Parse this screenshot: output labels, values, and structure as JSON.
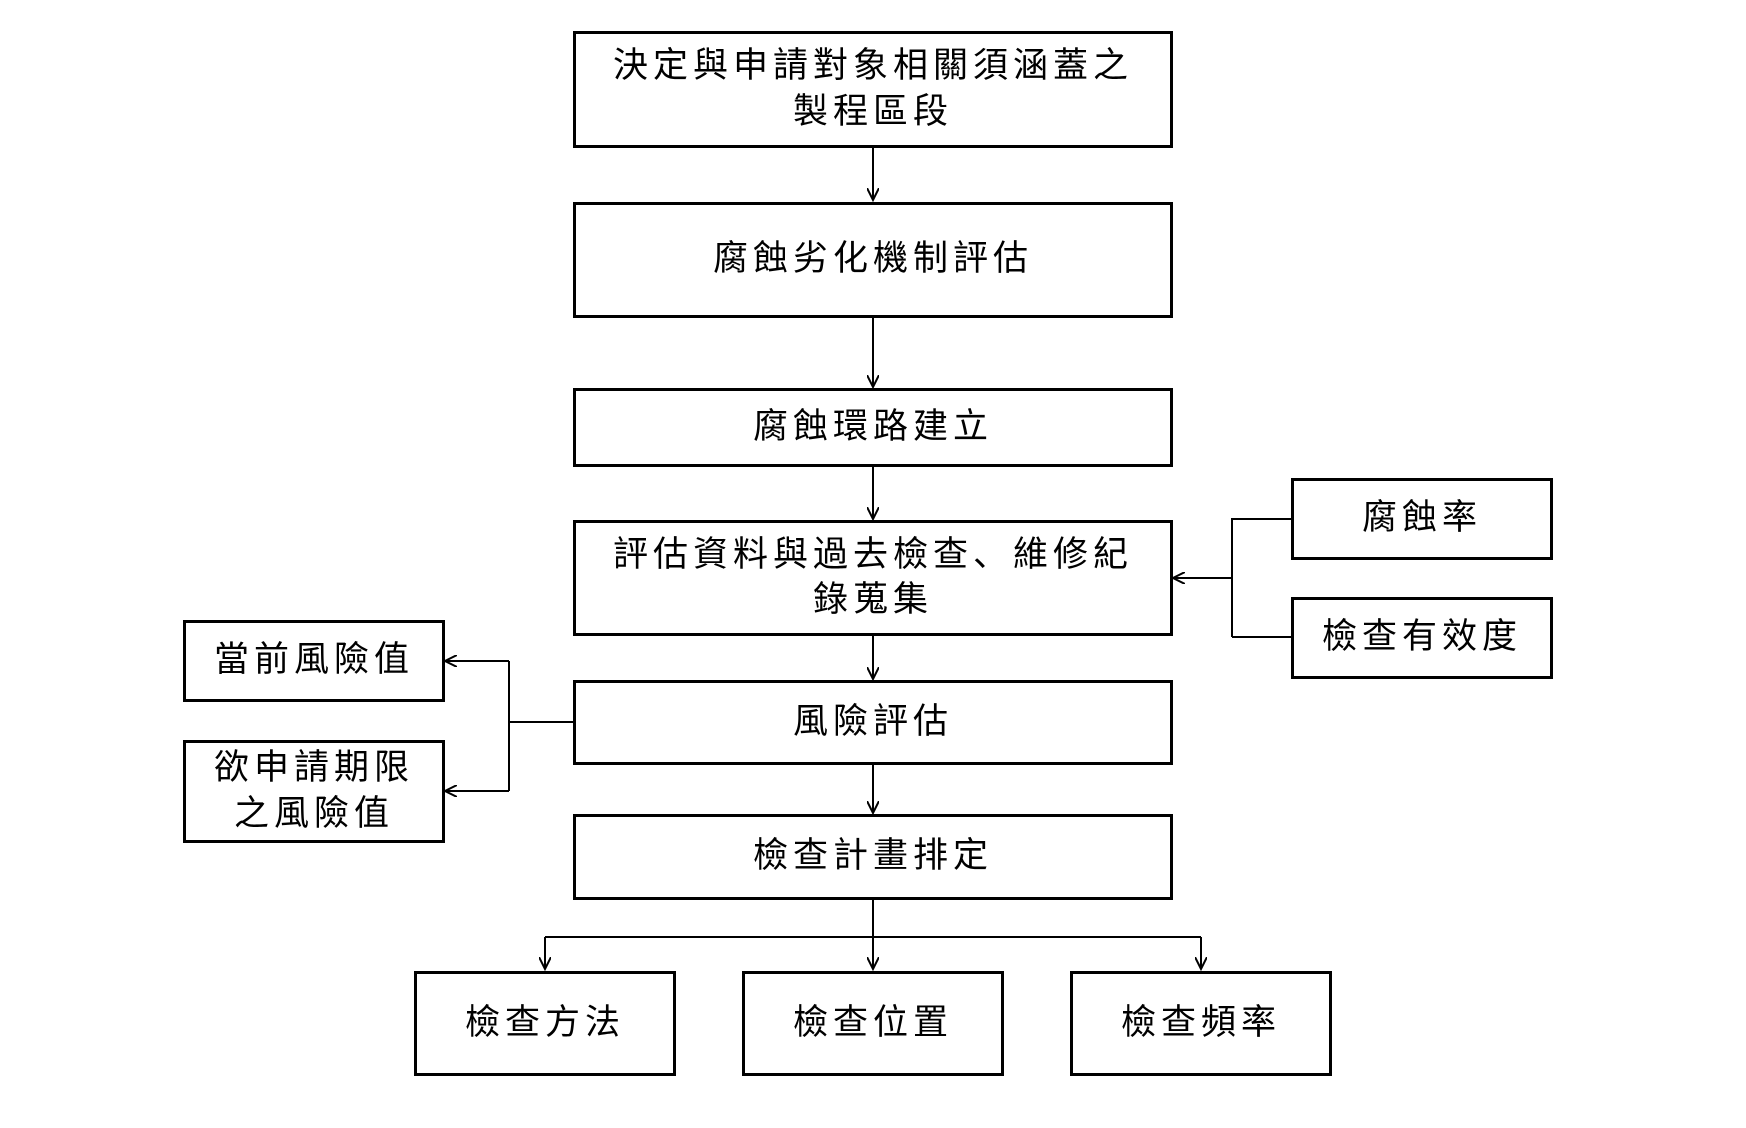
{
  "main_flow": {
    "step1": "決定與申請對象相關須涵蓋之製程區段",
    "step2": "腐蝕劣化機制評估",
    "step3": "腐蝕環路建立",
    "step4": "評估資料與過去檢查、維修紀錄蒐集",
    "step5": "風險評估",
    "step6": "檢查計畫排定"
  },
  "inputs": {
    "corrosion_rate": "腐蝕率",
    "inspection_effectiveness": "檢查有效度"
  },
  "risk_outputs": {
    "current_risk": "當前風險值",
    "target_period_risk": "欲申請期限之風險值"
  },
  "plan_outputs": {
    "method": "檢查方法",
    "location": "檢查位置",
    "frequency": "檢查頻率"
  }
}
